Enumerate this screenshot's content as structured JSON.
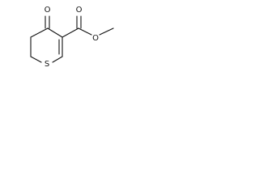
{
  "structure": {
    "atoms": {
      "ketone_oxygen": "O",
      "ester_carbonyl_oxygen": "O",
      "ester_oxygen": "O",
      "ring_sulfur": "S"
    }
  }
}
